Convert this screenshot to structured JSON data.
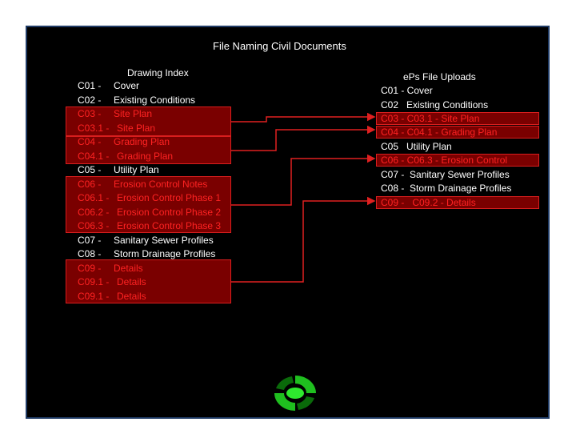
{
  "title": "File Naming Civil Documents",
  "left_header": "Drawing Index",
  "right_header": "ePs File Uploads",
  "left_items": [
    {
      "code": "C01 -",
      "name": "Cover",
      "hl": false
    },
    {
      "code": "C02 -",
      "name": "Existing Conditions",
      "hl": false
    },
    {
      "code": "C03 -",
      "name": "Site Plan",
      "hl": true
    },
    {
      "code": "C03.1 -",
      "name": "Site Plan",
      "hl": true
    },
    {
      "code": "C04 -",
      "name": "Grading Plan",
      "hl": true
    },
    {
      "code": "C04.1 -",
      "name": "Grading Plan",
      "hl": true
    },
    {
      "code": "C05 -",
      "name": "Utility Plan",
      "hl": false
    },
    {
      "code": "C06 -",
      "name": "Erosion Control Notes",
      "hl": true
    },
    {
      "code": "C06.1 -",
      "name": "Erosion Control Phase 1",
      "hl": true
    },
    {
      "code": "C06.2 -",
      "name": "Erosion Control Phase 2",
      "hl": true
    },
    {
      "code": "C06.3 -",
      "name": "Erosion Control Phase 3",
      "hl": true
    },
    {
      "code": "C07 -",
      "name": "Sanitary Sewer Profiles",
      "hl": false
    },
    {
      "code": "C08 -",
      "name": "Storm Drainage Profiles",
      "hl": false
    },
    {
      "code": "C09 -",
      "name": "Details",
      "hl": true
    },
    {
      "code": "C09.1 -",
      "name": "Details",
      "hl": true
    },
    {
      "code": "C09.1 -",
      "name": "Details",
      "hl": true
    }
  ],
  "right_items": [
    {
      "text": "C01 - Cover",
      "hl": false
    },
    {
      "text": "C02   Existing Conditions",
      "hl": false
    },
    {
      "text": "C03 - C03.1 - Site Plan",
      "hl": true
    },
    {
      "text": "C04 - C04.1 - Grading Plan",
      "hl": true
    },
    {
      "text": "C05   Utility Plan",
      "hl": false
    },
    {
      "text": "C06 - C06.3 - Erosion Control",
      "hl": true
    },
    {
      "text": "C07 -  Sanitary Sewer Profiles",
      "hl": false
    },
    {
      "text": "C08 -  Storm Drainage Profiles",
      "hl": false
    },
    {
      "text": "C09 -   C09.2 - Details",
      "hl": true
    }
  ],
  "connections": [
    {
      "from_group": "C03-C03.1",
      "to": "C03 - C03.1 - Site Plan"
    },
    {
      "from_group": "C04-C04.1",
      "to": "C04 - C04.1 - Grading Plan"
    },
    {
      "from_group": "C06-C06.3",
      "to": "C06 - C06.3 - Erosion Control"
    },
    {
      "from_group": "C09-C09.1",
      "to": "C09 -   C09.2 - Details"
    }
  ],
  "colors": {
    "highlight_fill": "#7a0000",
    "highlight_border": "#d81e1e",
    "arrow": "#e02020",
    "logo": "#1fbf1f"
  }
}
